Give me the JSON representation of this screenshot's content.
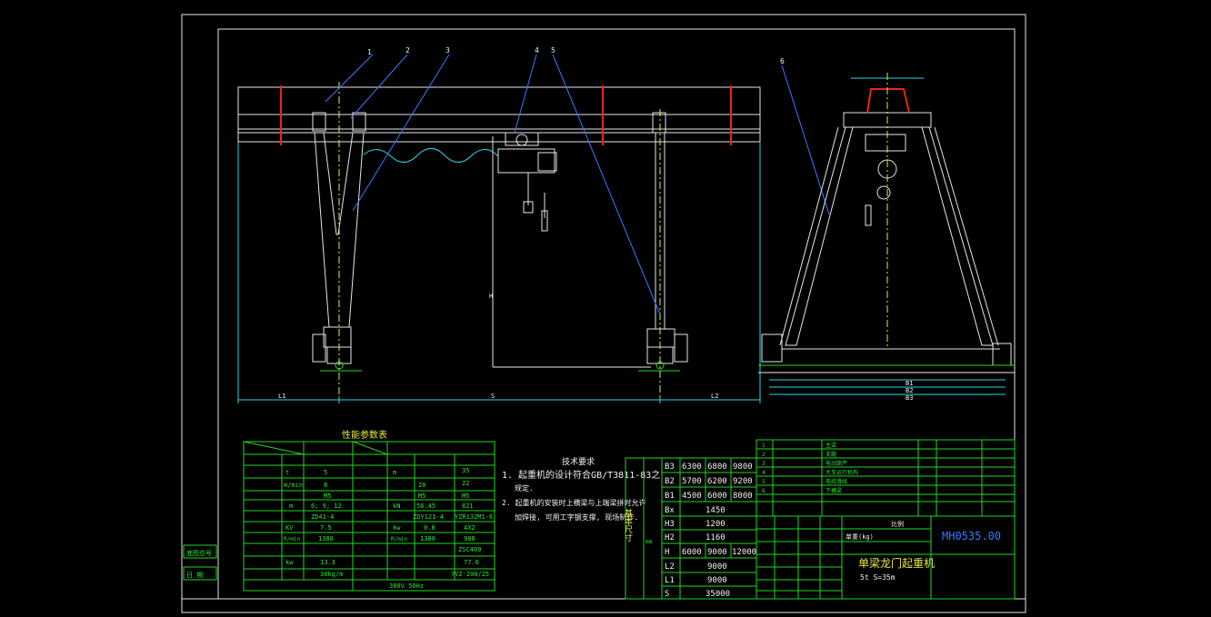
{
  "drawing": {
    "drawing_number": "MH0535.00",
    "product_name": "单梁龙门起重机",
    "spec_line": "5t   S=35m"
  },
  "tech_requirements": {
    "heading": "技术要求",
    "item1": "1. 起重机的设计符合GB/T3811-83之",
    "item1b": "规定.",
    "item2": "2. 起重机的安装时上横梁与上端梁拼时允许",
    "item2b": "加焊接, 可用工字钢支撑, 现场制作."
  },
  "dim_table": {
    "heading": "基本尺寸",
    "side": "mm",
    "rows": [
      {
        "key": "B3",
        "values": [
          "6300",
          "6800",
          "9800"
        ]
      },
      {
        "key": "B2",
        "values": [
          "5700",
          "6200",
          "9200"
        ]
      },
      {
        "key": "B1",
        "values": [
          "4500",
          "6000",
          "8000"
        ]
      },
      {
        "key": "Bx",
        "values": [
          "1450"
        ]
      },
      {
        "key": "H3",
        "values": [
          "1200"
        ]
      },
      {
        "key": "H2",
        "values": [
          "1160"
        ]
      },
      {
        "key": "H",
        "values": [
          "6000",
          "9000",
          "12000"
        ]
      },
      {
        "key": "L2",
        "values": [
          "9000"
        ]
      },
      {
        "key": "L1",
        "values": [
          "9000"
        ]
      },
      {
        "key": "S",
        "values": [
          "35000"
        ]
      }
    ]
  },
  "perf_table": {
    "heading": "性能参数表",
    "values": {
      "r1": [
        "t",
        "5",
        "m",
        "35"
      ],
      "r2": [
        "m/min",
        "8",
        "20",
        "22"
      ],
      "r3": [
        "M5",
        "M5",
        "M5"
      ],
      "r4": [
        "m",
        "6; 9; 12",
        "kN",
        "56.45",
        "821"
      ],
      "r5": [
        "ZD41-4",
        "ZDY121-4",
        "YZR132M1-6"
      ],
      "r6": [
        "KV",
        "7.5",
        "kw",
        "0.8",
        "4X2"
      ],
      "r7": [
        "R/min",
        "1380",
        "R/min",
        "1380",
        "908"
      ],
      "r8": [
        "ZSC400"
      ],
      "r9": [
        "kw",
        "13.3",
        "77.6"
      ],
      "r10": [
        "30kg/m",
        "YVZ-200/25"
      ],
      "r11": [
        "380V  50Hz"
      ]
    }
  },
  "side_labels": [
    "底图总号",
    "日  期"
  ],
  "title_block": {
    "labels": [
      "单重(kg)",
      "比例"
    ],
    "parts_rows": [
      {
        "no": "1",
        "name": "主梁"
      },
      {
        "no": "2",
        "name": "支腿"
      },
      {
        "no": "3",
        "name": "电动葫芦"
      },
      {
        "no": "4",
        "name": "大车运行机构"
      },
      {
        "no": "5",
        "name": "电缆滑线"
      },
      {
        "no": "6",
        "name": "下横梁"
      }
    ]
  },
  "callouts": [
    "1",
    "2",
    "3",
    "4",
    "5",
    "6"
  ],
  "view_labels": {
    "front_dims": [
      "L1",
      "S",
      "L2",
      "H"
    ],
    "side_dims": [
      "B1",
      "B2",
      "B3"
    ]
  },
  "colors": {
    "frame": "#ffffff",
    "green": "#2ee82e",
    "blue": "#3a7aff",
    "cyan": "#2ad6e6",
    "red": "#e62424",
    "yellow": "#e8e84a"
  }
}
